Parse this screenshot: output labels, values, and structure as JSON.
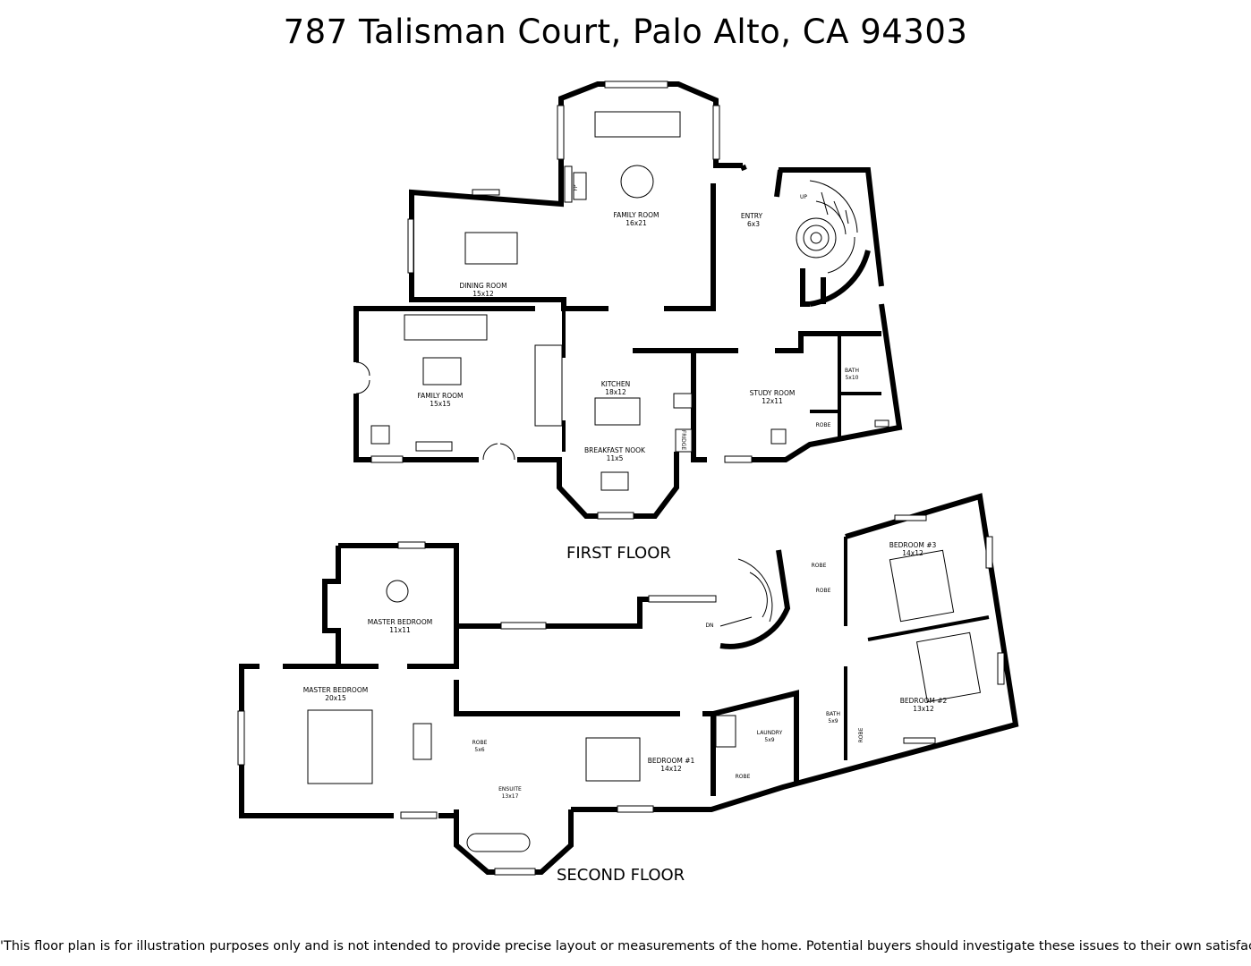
{
  "title": "787 Talisman Court, Palo Alto, CA 94303",
  "floors": {
    "first": "FIRST FLOOR",
    "second": "SECOND FLOOR"
  },
  "disclaimer": "'This floor plan is for illustration purposes only and is not intended to provide precise layout or measurements of the home. Potential buyers should investigate these issues to their own satisfaction. '",
  "rooms": {
    "family_room_top": {
      "name": "FAMILY ROOM",
      "size": "16x21"
    },
    "entry": {
      "name": "ENTRY",
      "size": "6x3",
      "up": "UP"
    },
    "dining_room": {
      "name": "DINING ROOM",
      "size": "15x12"
    },
    "family_room_left": {
      "name": "FAMILY ROOM",
      "size": "15x15"
    },
    "kitchen": {
      "name": "KITCHEN",
      "size": "18x12"
    },
    "breakfast_nook": {
      "name": "BREAKFAST NOOK",
      "size": "11x5"
    },
    "study_room": {
      "name": "STUDY ROOM",
      "size": "12x11"
    },
    "bath_first": {
      "name": "BATH",
      "size": "5x10"
    },
    "robe_first": {
      "name": "ROBE"
    },
    "fridge": {
      "name": "FRIDGE"
    },
    "fp": {
      "name": "FP"
    },
    "bedroom3": {
      "name": "BEDROOM #3",
      "size": "14x12"
    },
    "bedroom2": {
      "name": "BEDROOM #2",
      "size": "13x12"
    },
    "bedroom1": {
      "name": "BEDROOM #1",
      "size": "14x12"
    },
    "robe_b3a": {
      "name": "ROBE"
    },
    "robe_b3b": {
      "name": "ROBE"
    },
    "robe_b2": {
      "name": "ROBE"
    },
    "robe_b1": {
      "name": "ROBE"
    },
    "master_small": {
      "name": "MASTER BEDROOM",
      "size": "11x11"
    },
    "master_bedroom": {
      "name": "MASTER BEDROOM",
      "size": "20x15"
    },
    "ensuite": {
      "name": "ENSUITE",
      "size": "13x17"
    },
    "robe_master": {
      "name": "ROBE",
      "size": "5x6"
    },
    "laundry": {
      "name": "LAUNDRY",
      "size": "5x9"
    },
    "bath_second": {
      "name": "BATH",
      "size": "5x9"
    },
    "dn": {
      "name": "DN"
    }
  }
}
